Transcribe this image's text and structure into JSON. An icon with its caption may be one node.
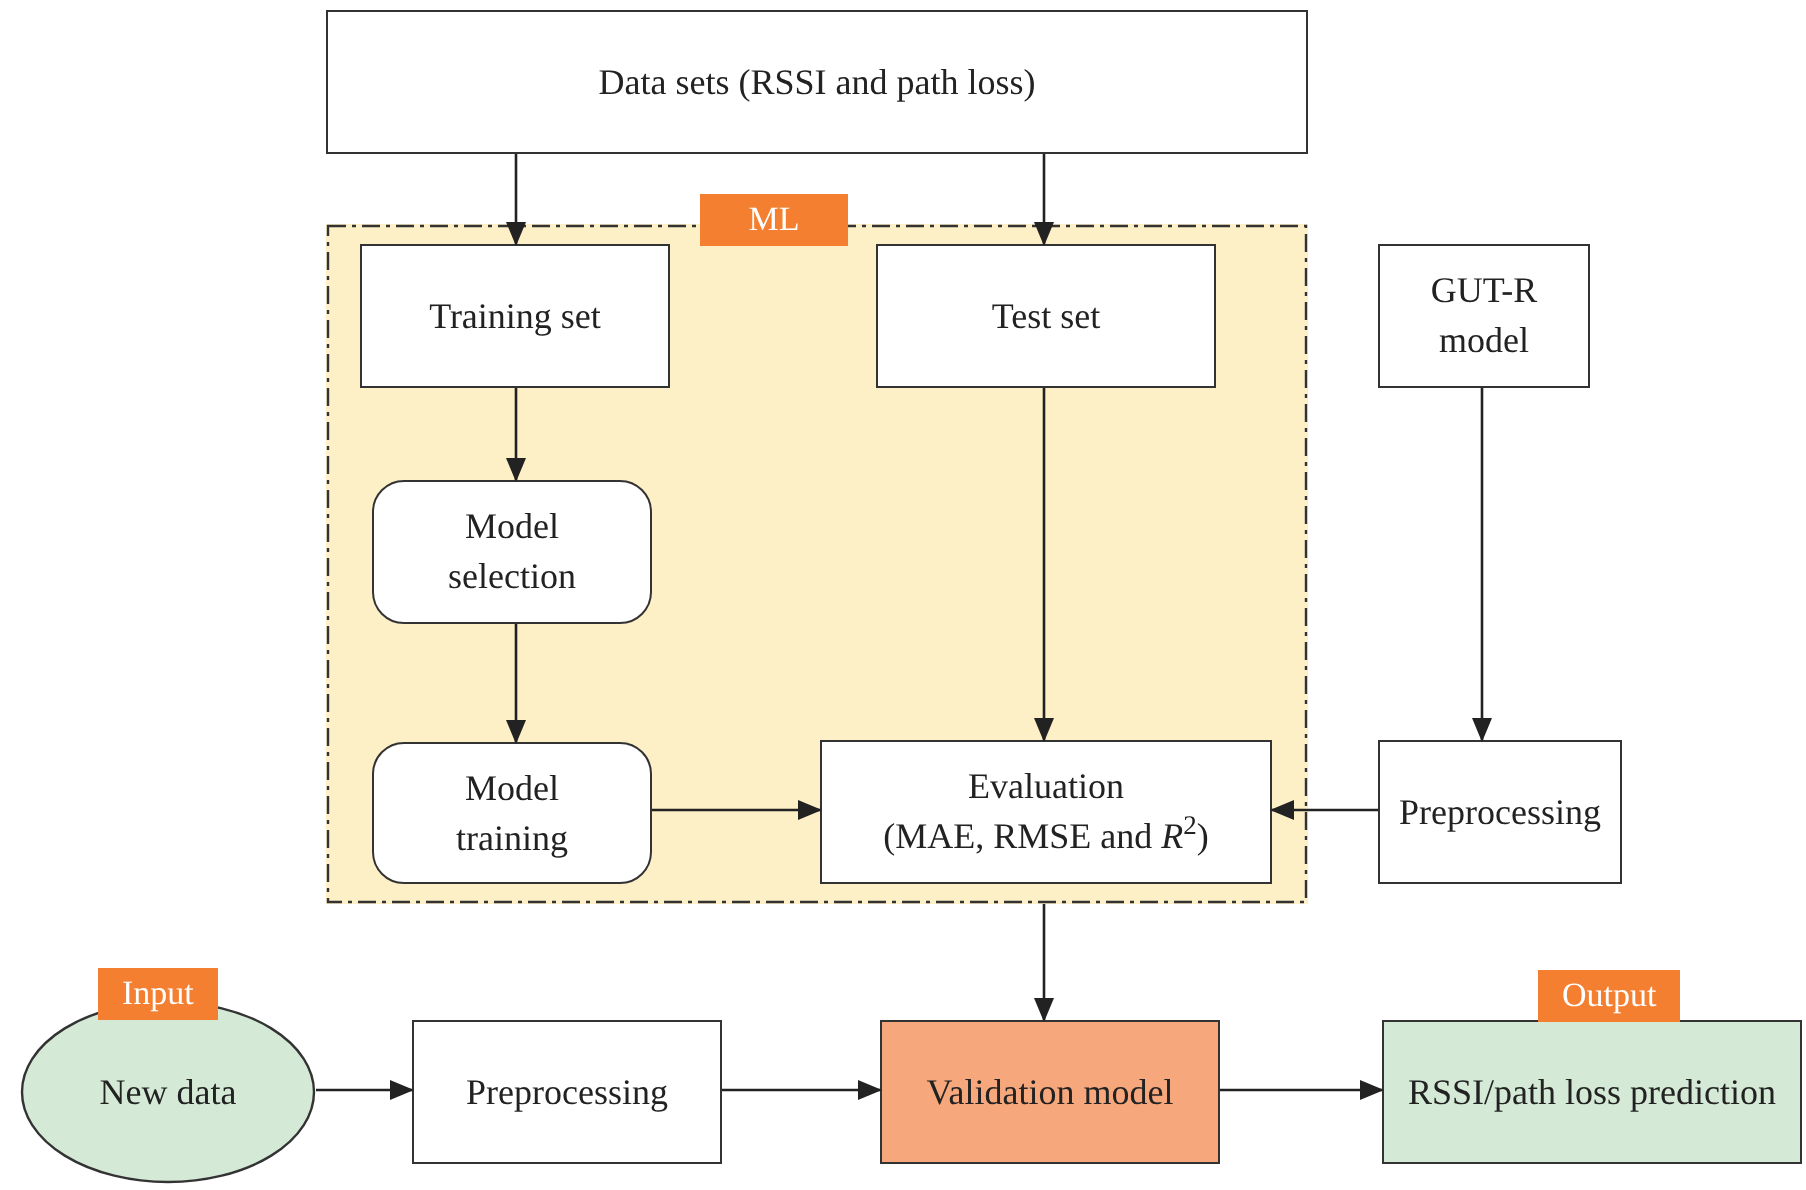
{
  "diagram": {
    "nodes": [
      {
        "text": [
          "Data sets (RSSI and path loss)"
        ]
      },
      {
        "text": [
          "ML"
        ]
      },
      {
        "text": [
          "Training set"
        ],
        "in": 1
      },
      {
        "text": [
          "Test set"
        ],
        "in": 1
      },
      {
        "text": [
          "Model selection"
        ],
        "in": 1
      },
      {
        "text": [
          "Model training"
        ],
        "in": 1
      },
      {
        "text": [
          "Evaluation",
          "(MAE, RMSE and *R*$^{2}$)"
        ],
        "in": 1
      },
      {
        "text": [
          "GUT-R model"
        ]
      },
      {
        "text": [
          "Preprocessing"
        ]
      },
      {
        "text": [
          "Input",
          "New data"
        ]
      },
      {
        "text": [
          "Preprocessing"
        ]
      },
      {
        "text": [
          "Validation model"
        ]
      },
      {
        "text": [
          "Output",
          "RSSI/path loss prediction"
        ]
      }
    ],
    "edges": [
      {
        "from": 0,
        "to": 2,
        "arrow": "to"
      },
      {
        "from": 0,
        "to": 3,
        "arrow": "to"
      },
      {
        "from": 2,
        "to": 4,
        "arrow": "to"
      },
      {
        "from": 4,
        "to": 5,
        "arrow": "to"
      },
      {
        "from": 5,
        "to": 6,
        "arrow": "to"
      },
      {
        "from": 3,
        "to": 6,
        "arrow": "to"
      },
      {
        "from": 7,
        "to": 8,
        "arrow": "to"
      },
      {
        "from": 8,
        "to": 6,
        "arrow": "to"
      },
      {
        "from": 1,
        "to": 11,
        "arrow": "to"
      },
      {
        "from": 9,
        "to": 10,
        "arrow": "to"
      },
      {
        "from": 10,
        "to": 11,
        "arrow": "to"
      },
      {
        "from": 11,
        "to": 12,
        "arrow": "to"
      }
    ]
  }
}
